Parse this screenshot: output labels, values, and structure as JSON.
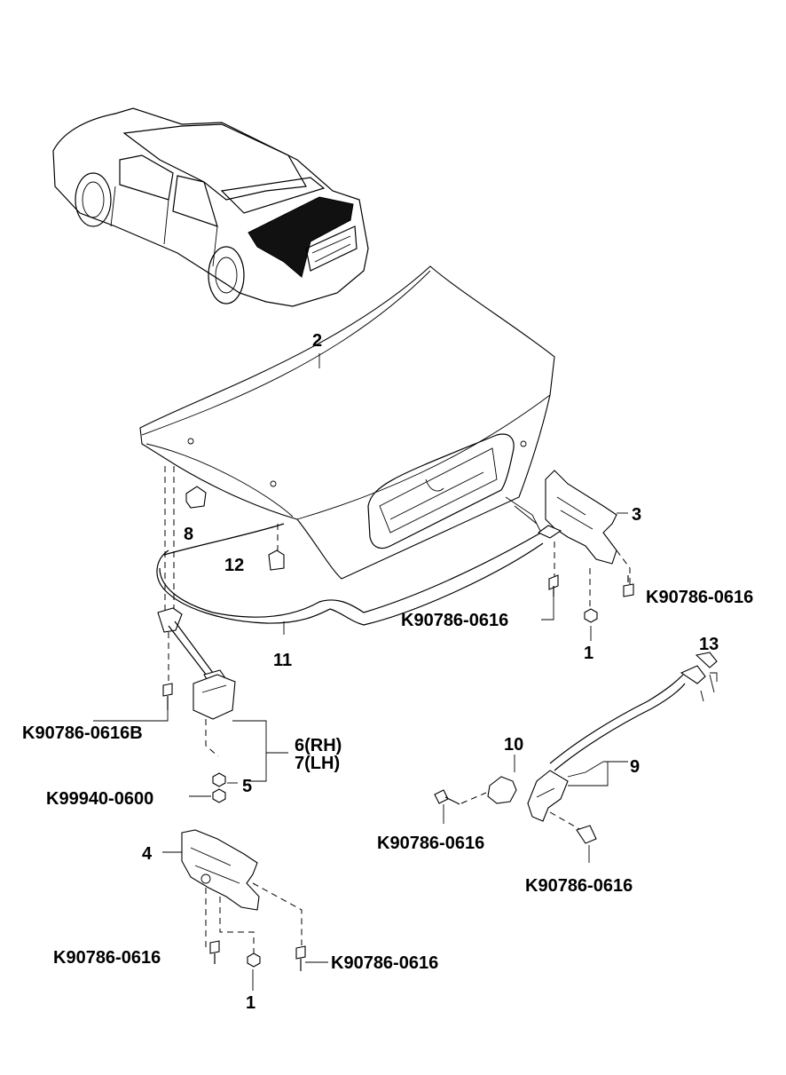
{
  "callouts": {
    "n1a": "1",
    "n1b": "1",
    "n2": "2",
    "n3": "3",
    "n4": "4",
    "n5": "5",
    "n6": "6(RH)",
    "n7": "7(LH)",
    "n8": "8",
    "n9": "9",
    "n10": "10",
    "n11": "11",
    "n12": "12",
    "n13": "13"
  },
  "part_numbers": {
    "k1": "K90786-0616",
    "k2": "K90786-0616",
    "k3": "K90786-0616B",
    "k4": "K99940-0600",
    "k5": "K90786-0616",
    "k6": "K90786-0616",
    "k7": "K90786-0616",
    "k8": "K90786-0616"
  },
  "icons": [
    "car-overview-icon",
    "trunk-lid",
    "weatherstrip",
    "hinge",
    "latch",
    "striker",
    "cable",
    "bolt",
    "nut"
  ]
}
